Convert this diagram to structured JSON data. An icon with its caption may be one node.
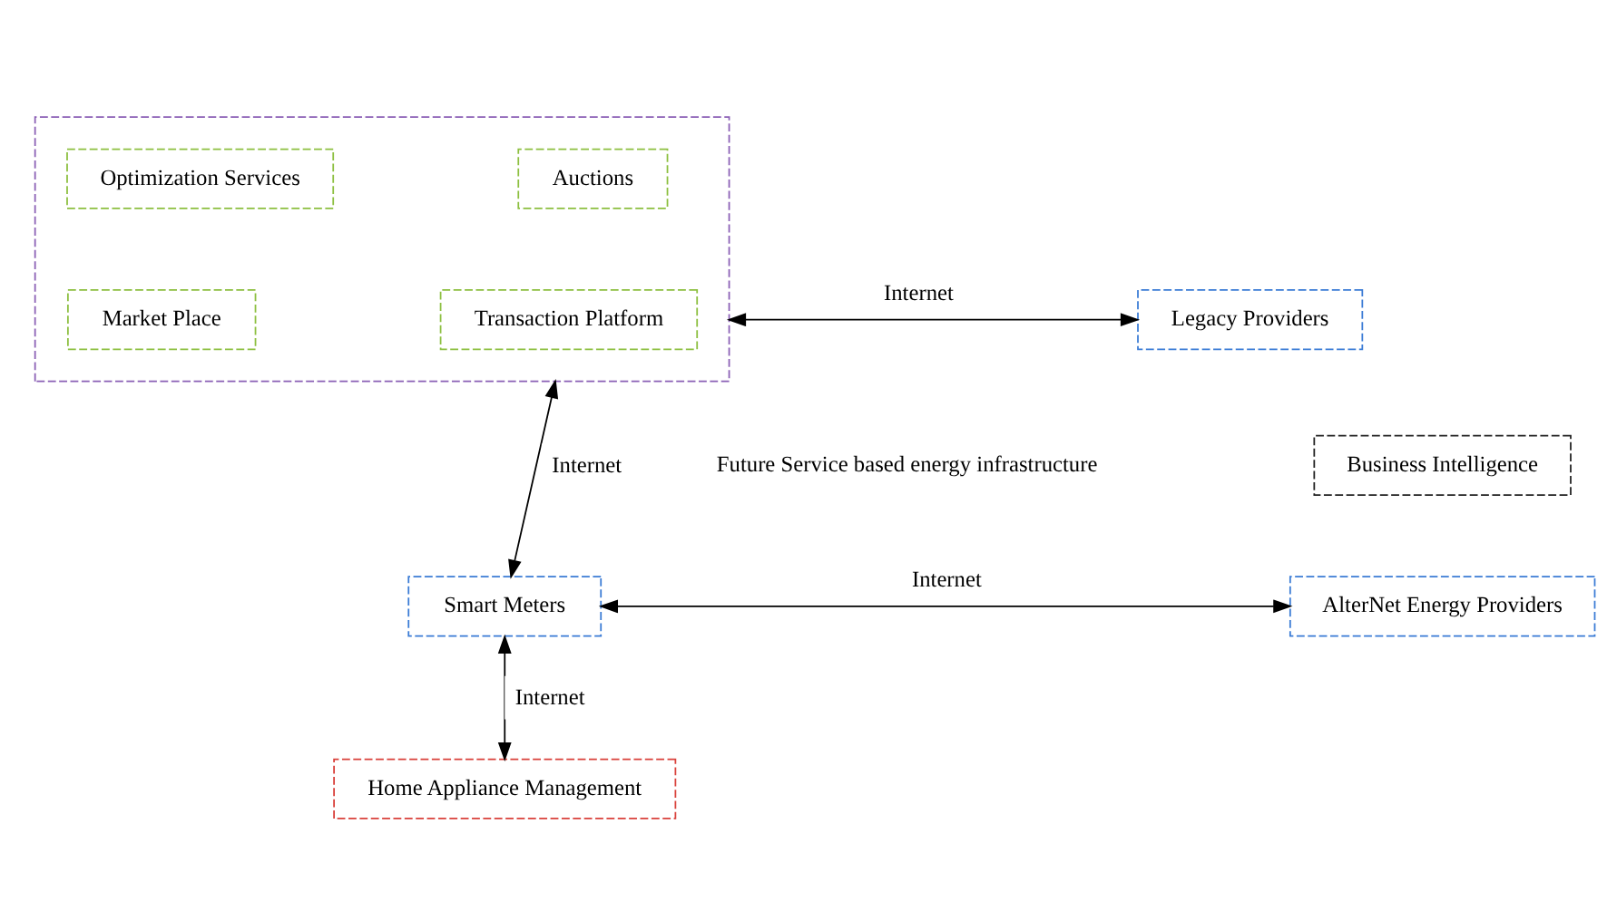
{
  "diagram": {
    "nodes": [
      {
        "text": [],
        "shape": "box"
      },
      {
        "text": [
          "Optimization Services"
        ],
        "in": 0
      },
      {
        "text": [
          "Auctions"
        ],
        "in": 0
      },
      {
        "text": [
          "Market Place"
        ],
        "in": 0
      },
      {
        "text": [
          "Transaction Platform"
        ],
        "in": 0
      },
      {
        "text": [
          "Legacy Providers"
        ]
      },
      {
        "text": [
          "Business Intelligence"
        ]
      },
      {
        "text": [
          "Smart Meters"
        ]
      },
      {
        "text": [
          "AlterNet Energy Providers"
        ]
      },
      {
        "text": [
          "Home Appliance Management"
        ]
      }
    ],
    "edges": [
      {
        "from": 0,
        "to": 5,
        "arrow": "both",
        "label": "Internet"
      },
      {
        "from": 0,
        "to": 7,
        "arrow": "both",
        "label": "Internet"
      },
      {
        "from": 7,
        "to": 8,
        "arrow": "both",
        "label": "Internet"
      },
      {
        "from": 7,
        "to": 9,
        "arrow": "both",
        "label": "Internet"
      }
    ],
    "labels": [
      "Future Service based energy infrastructure"
    ]
  }
}
